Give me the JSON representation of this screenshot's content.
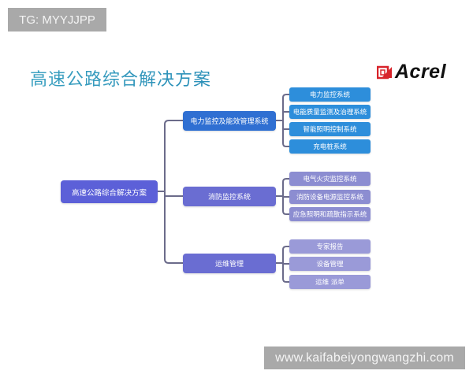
{
  "watermarks": {
    "top": "TG: MYYJJPP",
    "bottom": "www.kaifabeiyongwangzhi.com"
  },
  "title": "高速公路综合解决方案",
  "logo": {
    "icon": "acrel-logo-icon",
    "text": "Acrel",
    "color": "#d8232a"
  },
  "diagram": {
    "root": "高速公路综合解决方案",
    "branches": [
      {
        "label": "电力监控及能效管理系统",
        "color": "#2f6fd2",
        "children": [
          "电力监控系统",
          "电能质量监测及治理系统",
          "智能照明控制系统",
          "充电桩系统"
        ],
        "child_color": "#2d8edb"
      },
      {
        "label": "消防监控系统",
        "color": "#6a6dd2",
        "children": [
          "电气火灾监控系统",
          "消防设备电源监控系统",
          "应急照明和疏散指示系统"
        ],
        "child_color": "#8c8dd1"
      },
      {
        "label": "运维管理",
        "color": "#6a6dd2",
        "children": [
          "专家报告",
          "设备管理",
          "运维 派单"
        ],
        "child_color": "#9a9ad8"
      }
    ],
    "connector_color": "#6b6b8a"
  }
}
